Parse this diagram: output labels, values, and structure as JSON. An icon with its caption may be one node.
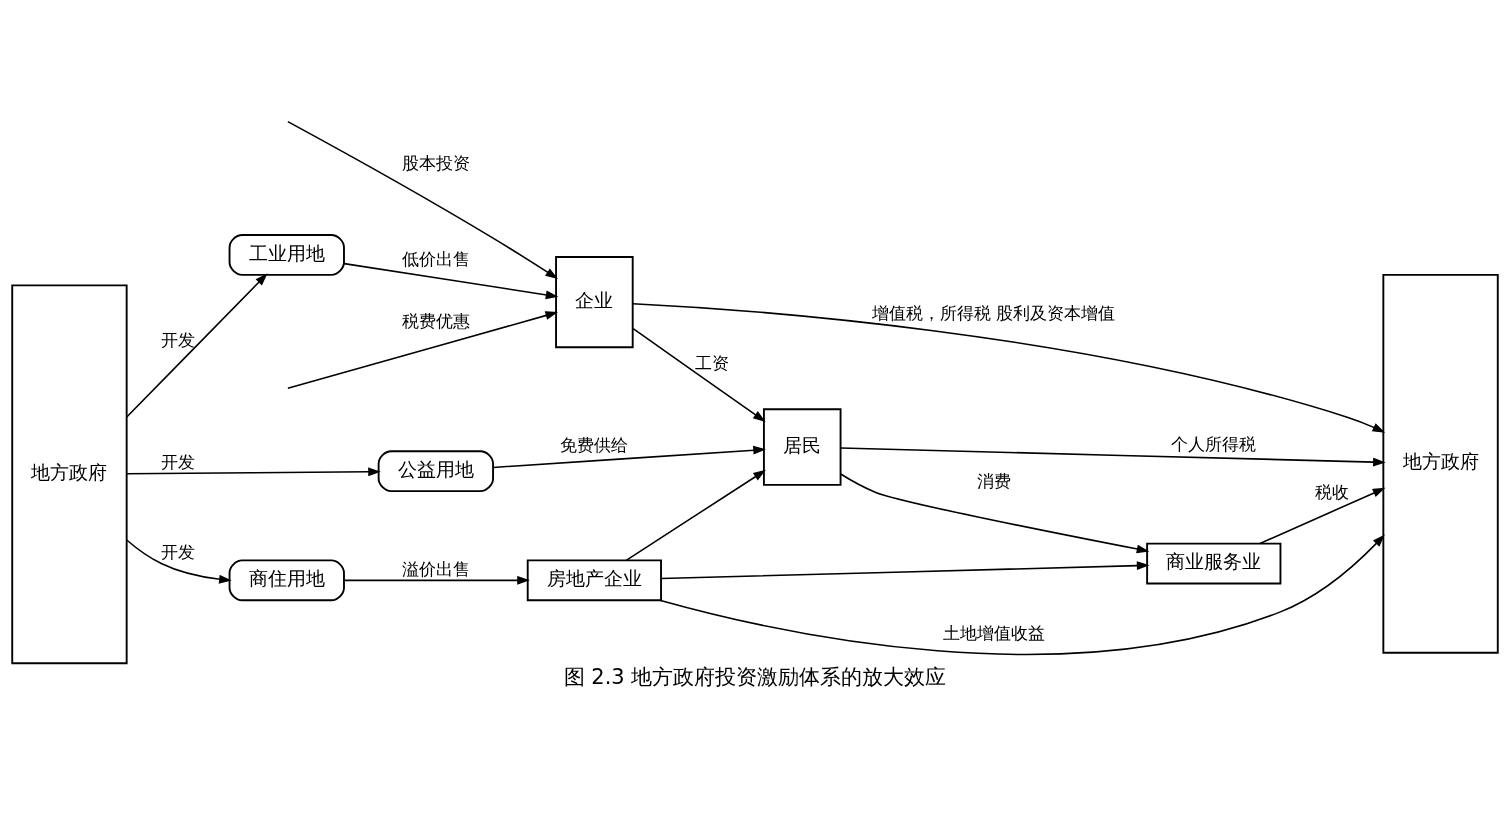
{
  "diagram": {
    "caption": "图 2.3 地方政府投资激励体系的放大效应",
    "nodes": [
      {
        "text": [
          "地方政府"
        ]
      },
      {
        "text": [
          "工业用地"
        ]
      },
      {
        "text": [
          "企业"
        ]
      },
      {
        "text": [
          "地方政府"
        ]
      },
      {
        "text": [
          "公益用地"
        ]
      },
      {
        "text": [
          "居民"
        ]
      },
      {
        "text": [
          "商业服务业"
        ]
      },
      {
        "text": [
          "商住用地"
        ]
      },
      {
        "text": [
          "房地产企业"
        ]
      }
    ],
    "edges": [
      {
        "from": 0,
        "to": 1,
        "arrow": "to",
        "label": "开发"
      },
      {
        "from": null,
        "to": 2,
        "arrow": "to",
        "label": "股本投资"
      },
      {
        "from": 1,
        "to": 2,
        "arrow": "to",
        "label": "低价出售"
      },
      {
        "from": null,
        "to": 2,
        "arrow": "to",
        "label": "税费优惠"
      },
      {
        "from": 2,
        "to": 3,
        "arrow": "to",
        "label": "增值税，所得税 股利及资本增值"
      },
      {
        "from": 0,
        "to": 4,
        "arrow": "to",
        "label": "开发"
      },
      {
        "from": 4,
        "to": 5,
        "arrow": "to",
        "label": "免费供给"
      },
      {
        "from": 2,
        "to": 5,
        "arrow": "to",
        "label": "工资"
      },
      {
        "from": 5,
        "to": 3,
        "arrow": "to",
        "label": "个人所得税"
      },
      {
        "from": 5,
        "to": 6,
        "arrow": "to",
        "label": "消费"
      },
      {
        "from": 6,
        "to": 3,
        "arrow": "to",
        "label": "税收"
      },
      {
        "from": 0,
        "to": 7,
        "arrow": "to",
        "label": "开发"
      },
      {
        "from": 7,
        "to": 8,
        "arrow": "to",
        "label": "溢价出售"
      },
      {
        "from": 8,
        "to": 5,
        "arrow": "to"
      },
      {
        "from": 8,
        "to": 6,
        "arrow": "to"
      },
      {
        "from": 8,
        "to": 3,
        "arrow": "to",
        "label": "土地增值收益"
      }
    ]
  }
}
